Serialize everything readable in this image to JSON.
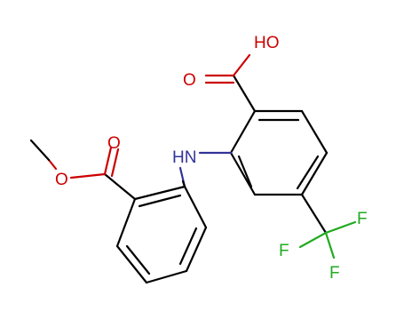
{
  "molecule": {
    "colors": {
      "carbon_bond": "#000000",
      "oxygen": "#cc0000",
      "nitrogen": "#333399",
      "fluorine": "#22aa22",
      "background": "#ffffff"
    },
    "labels": {
      "hydroxyl": "HO",
      "carbonyl_oxygen_acid": "O",
      "amine": "HN",
      "ester_carbonyl_oxygen": "O",
      "ester_oxygen": "O",
      "fluorine_top": "F",
      "fluorine_left": "F",
      "fluorine_bottom": "F"
    }
  }
}
